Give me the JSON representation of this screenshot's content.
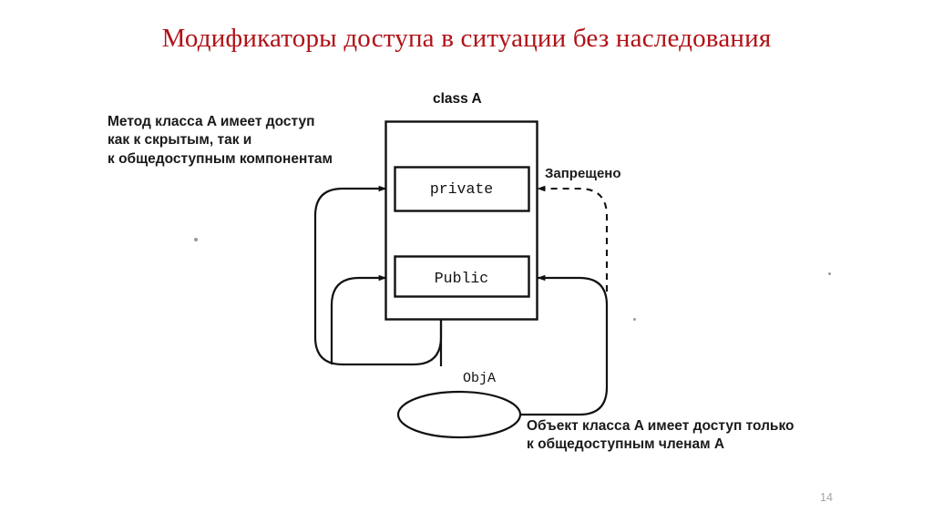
{
  "slide": {
    "title": "Модификаторы доступа в ситуации без наследования",
    "page_number": "14",
    "title_color": "#b01217",
    "background_color": "#ffffff"
  },
  "diagram": {
    "class_label": "class A",
    "members": [
      {
        "name": "private-member",
        "label": "private"
      },
      {
        "name": "public-member",
        "label": "Public"
      }
    ],
    "object_label": "ObjA",
    "forbidden_label": "Запрещено",
    "notes": [
      {
        "name": "method-access-note",
        "lines": [
          "Метод класса A имеет доступ",
          "как к скрытым, так и",
          "к общедоступным компонентам"
        ]
      },
      {
        "name": "object-access-note",
        "lines": [
          "Объект класса A имеет доступ только",
          "к общедоступным членам A"
        ]
      }
    ],
    "stroke_color": "#111111",
    "text_color": "#1a1a1a"
  },
  "note_method": {
    "line1": "Метод класса A имеет доступ",
    "line2": "как к скрытым, так и",
    "line3": "к общедоступным компонентам"
  },
  "note_object": {
    "line1": "Объект класса A имеет доступ только",
    "line2": "к общедоступным членам A"
  }
}
